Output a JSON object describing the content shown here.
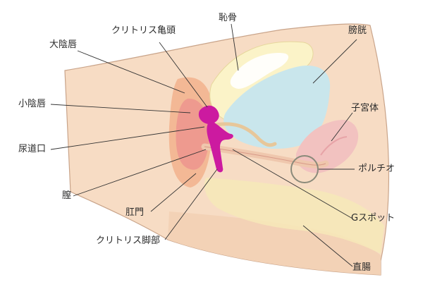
{
  "diagram": {
    "labels": {
      "clitoral_glans": "クリトリス亀頭",
      "pubic_bone": "恥骨",
      "labia_majora": "大陰唇",
      "bladder": "膀胱",
      "labia_minora": "小陰唇",
      "uterus": "子宮体",
      "urethral_opening": "尿道口",
      "portio": "ポルチオ",
      "vagina": "膣",
      "anus": "肛門",
      "g_spot": "Gスポット",
      "clitoral_crura": "クリトリス脚部",
      "rectum": "直腸"
    },
    "colors": {
      "skin": "#f7dcc4",
      "skin_outline": "#c9a48a",
      "labia_majora": "#f3b895",
      "labia_minora": "#ee9a8f",
      "bone": "#fbf3c8",
      "bladder": "#c9e6ec",
      "uterus": "#f2c2c0",
      "clitoris": "#cc1aa0",
      "rectum": "#f6e9b8",
      "leader_line": "#333333"
    }
  }
}
